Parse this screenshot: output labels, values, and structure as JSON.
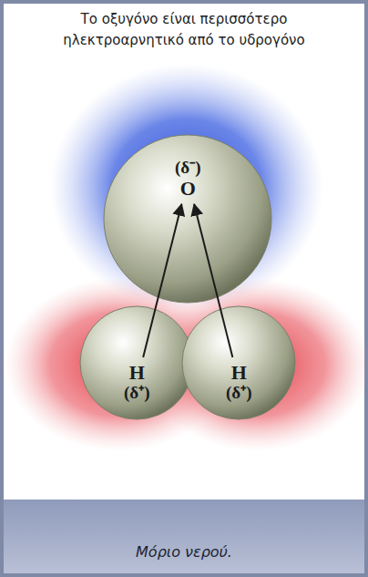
{
  "diagram": {
    "title": "Το οξυγόνο είναι περισσότερο ηλεκτροαρνητικό από το υδρογόνο",
    "caption": "Μόριο νερού.",
    "nodes": [
      {
        "text": [
          "(δ⁻)",
          "O"
        ]
      },
      {
        "text": [
          "H",
          "(δ⁺)"
        ]
      },
      {
        "text": [
          "H",
          "(δ⁺)"
        ]
      }
    ],
    "edges": [
      {
        "from": 1,
        "to": 0,
        "arrow": "to"
      },
      {
        "from": 2,
        "to": 0,
        "arrow": "to"
      }
    ]
  }
}
